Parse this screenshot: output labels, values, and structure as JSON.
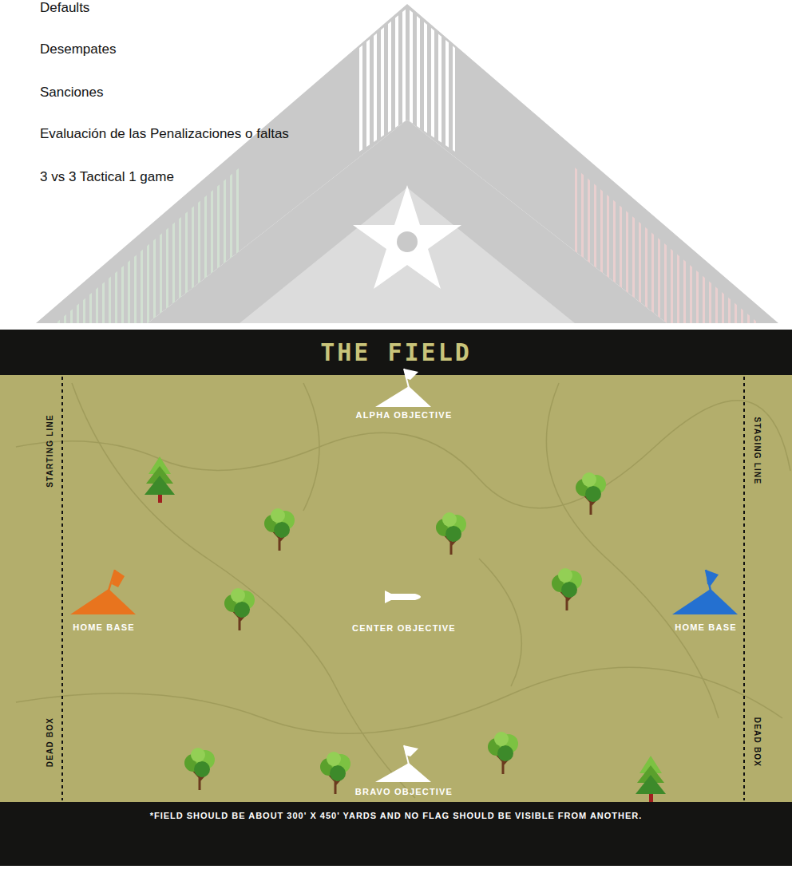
{
  "diagram": {
    "title": "THE FIELD",
    "caption": "*FIELD SHOULD BE ABOUT 300' X 450' YARDS AND NO FLAG SHOULD BE VISIBLE FROM ANOTHER.",
    "labels": [
      "Defaults",
      "Desempates",
      "Sanciones",
      "Evaluación de las Penalizaciones o faltas",
      "3 vs 3 Tactical 1 game",
      "ALPHA OBJECTIVE",
      "STARTING LINE",
      "HOME BASE",
      "CENTER OBJECTIVE",
      "HOME BASE",
      "STAGING LINE",
      "DEAD BOX",
      "BRAVO OBJECTIVE",
      "DEAD BOX"
    ]
  }
}
